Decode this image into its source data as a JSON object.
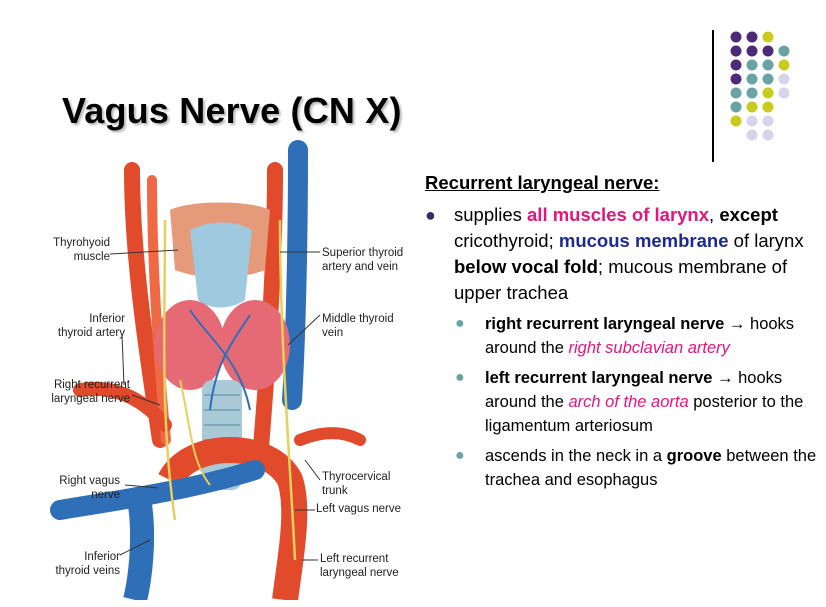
{
  "title": "Vagus Nerve (CN X)",
  "colors": {
    "accent_pink": "#e3157f",
    "accent_navy": "#1d2a8f",
    "dot_purple": "#4b2b7a",
    "dot_teal": "#6aa3a3",
    "dot_yellow": "#c9cc1e",
    "dot_lavender": "#d7d4ea"
  },
  "diagram": {
    "labels": {
      "thyrohyoid": "Thyrohyoid\nmuscle",
      "inferior_thyroid_artery": "Inferior\nthyroid artery",
      "right_recurrent": "Right recurrent\nlaryngeal nerve",
      "right_vagus": "Right vagus\nnerve",
      "inferior_thyroid_veins": "Inferior\nthyroid veins",
      "superior_thyroid": "Superior thyroid\nartery and vein",
      "middle_thyroid": "Middle thyroid\nvein",
      "thyrocervical": "Thyrocervical\ntrunk",
      "left_vagus": "Left vagus nerve",
      "left_recurrent": "Left recurrent\nlaryngeal nerve"
    }
  },
  "notes": {
    "heading": "Recurrent laryngeal nerve:",
    "b1": {
      "t1": "supplies ",
      "t2": "all muscles of larynx",
      "t3": ", ",
      "t4": "except",
      "t5": " cricothyroid; ",
      "t6": "mucous membrane",
      "t7": " of larynx ",
      "t8": "below vocal fold",
      "t9": "; mucous membrane of upper trachea"
    },
    "s1": {
      "a": "right recurrent laryngeal nerve",
      "b": " → hooks around the ",
      "c": "right subclavian artery"
    },
    "s2": {
      "a": "left recurrent laryngeal nerve",
      "b": " → hooks around the ",
      "c": "arch of the aorta",
      "d": " posterior to the ligamentum arteriosum"
    },
    "s3": {
      "a": "ascends in the neck in a ",
      "b": "groove",
      "c": " between the trachea and esophagus"
    }
  }
}
